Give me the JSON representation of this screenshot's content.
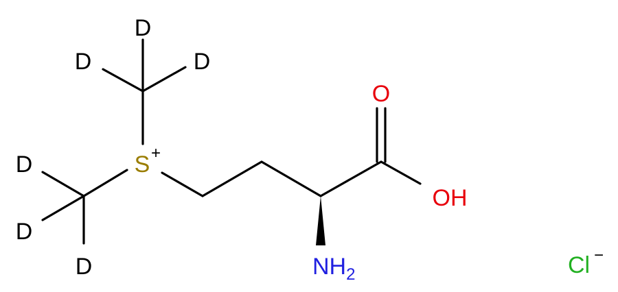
{
  "molecule": {
    "atoms": {
      "d_top": "D",
      "d_upper_left": "D",
      "d_upper_right": "D",
      "d_left_upper": "D",
      "d_left_lower": "D",
      "d_bottom": "D",
      "sulfur": "S",
      "sulfur_charge": "+",
      "oxygen_carbonyl": "O",
      "hydroxyl": "OH",
      "amine": "NH",
      "amine_subscript": "2",
      "chloride": "Cl",
      "chloride_charge": "−"
    },
    "colors": {
      "bond": "#000000",
      "deuterium": "#000000",
      "sulfur": "#9a7d00",
      "oxygen": "#e8000b",
      "nitrogen": "#2020e0",
      "chlorine": "#22b022"
    }
  }
}
